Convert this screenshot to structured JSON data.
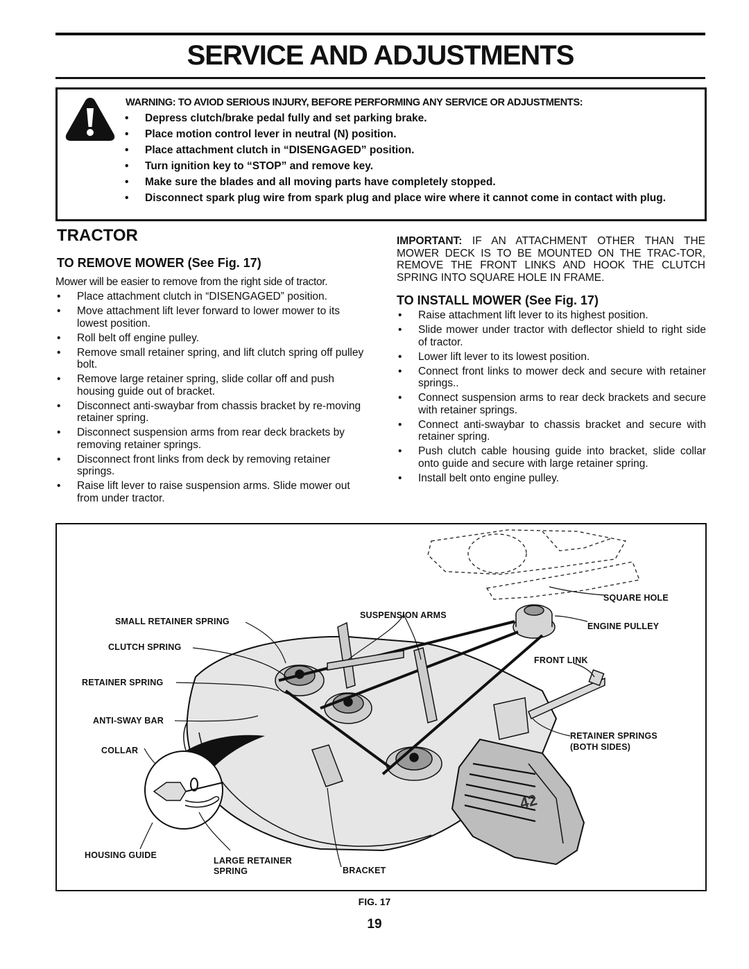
{
  "title": "SERVICE AND ADJUSTMENTS",
  "warning": {
    "icon": "warning-triangle-icon",
    "heading": "WARNING: TO AVIOD SERIOUS INJURY, BEFORE PERFORMING ANY SERVICE OR ADJUSTMENTS:",
    "items": [
      "Depress clutch/brake pedal fully and set parking brake.",
      "Place motion control lever in neutral (N) position.",
      "Place attachment clutch in “DISENGAGED” position.",
      "Turn ignition key to “STOP” and remove key.",
      "Make sure the blades and all moving parts have completely stopped.",
      "Disconnect spark plug wire from spark plug and place wire where it cannot come in contact with plug."
    ]
  },
  "tractor": {
    "title": "TRACTOR",
    "remove": {
      "title": "TO REMOVE MOWER (See Fig. 17)",
      "intro": "Mower will be easier to remove from the right side of tractor.",
      "steps": [
        "Place attachment clutch in “DISENGAGED” position.",
        "Move attachment lift lever forward to lower mower to its lowest position.",
        "Roll belt off engine pulley.",
        "Remove small retainer spring, and lift clutch spring off pulley bolt.",
        "Remove large retainer spring, slide collar off and push housing guide out of bracket.",
        "Disconnect anti-swaybar from chassis bracket by re-moving retainer spring.",
        "Disconnect suspension arms from rear deck brackets by removing retainer springs.",
        "Disconnect front links from deck by removing retainer springs.",
        "Raise lift lever to raise suspension arms. Slide mower out from under tractor."
      ]
    },
    "important": {
      "label": "IMPORTANT:",
      "text": " IF AN ATTACHMENT OTHER THAN THE MOWER DECK IS TO BE MOUNTED ON THE TRAC-TOR, REMOVE THE FRONT LINKS AND HOOK THE CLUTCH SPRING INTO SQUARE HOLE IN FRAME."
    },
    "install": {
      "title": "TO INSTALL MOWER (See Fig. 17)",
      "steps": [
        "Raise attachment lift lever to its highest position.",
        "Slide mower under tractor with deflector shield to right side of tractor.",
        "Lower lift lever to its lowest position.",
        "Connect front links to mower deck and secure with retainer springs..",
        "Connect suspension arms to rear deck brackets and secure with retainer springs.",
        "Connect anti-swaybar to chassis bracket and secure with retainer spring.",
        "Push clutch cable housing guide into bracket, slide collar onto guide and secure with large retainer spring.",
        "Install belt onto engine pulley."
      ]
    }
  },
  "figure": {
    "labels": {
      "small_retainer_spring": "SMALL RETAINER SPRING",
      "clutch_spring": "CLUTCH SPRING",
      "retainer_spring": "RETAINER SPRING",
      "anti_sway_bar": "ANTI-SWAY BAR",
      "collar": "COLLAR",
      "housing_guide": "HOUSING GUIDE",
      "large_retainer": "LARGE RETAINER",
      "spring": "SPRING",
      "bracket": "BRACKET",
      "suspension_arms": "SUSPENSION ARMS",
      "square_hole": "SQUARE HOLE",
      "engine_pulley": "ENGINE PULLEY",
      "front_link": "FRONT LINK",
      "retainer_springs": "RETAINER SPRINGS",
      "both_sides": "(BOTH SIDES)",
      "deck_emblem": "42"
    },
    "caption": "FIG. 17"
  },
  "page_number": "19"
}
